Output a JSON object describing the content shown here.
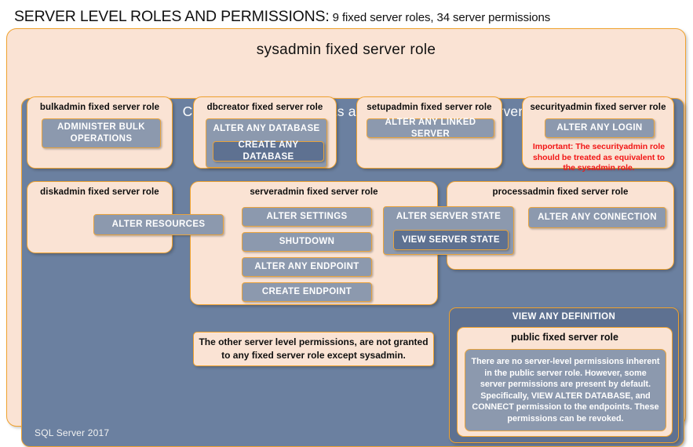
{
  "title": {
    "main": "SERVER LEVEL ROLES AND PERMISSIONS:",
    "sub": " 9 fixed server roles, 34 server permissions"
  },
  "sysadmin": {
    "label": "sysadmin fixed server role"
  },
  "control_server": {
    "label": "CONTROL SERVER: Has all permissions in the server"
  },
  "footer": {
    "label": "SQL Server 2017"
  },
  "roles": {
    "bulkadmin": {
      "title": "bulkadmin fixed server role",
      "permission": "ADMINISTER  BULK OPERATIONS"
    },
    "dbcreator": {
      "title": "dbcreator fixed server role",
      "permission_outer": "ALTER ANY DATABASE",
      "permission_inner": "CREATE  ANY DATABASE"
    },
    "setupadmin": {
      "title": "setupadmin fixed server role",
      "permission": "ALTER ANY LINKED SERVER"
    },
    "securityadmin": {
      "title": "securityadmin fixed server role",
      "permission": "ALTER ANY LOGIN",
      "warning": "Important:  The securityadmin role should  be treated  as equivalent to the  sysadmin role."
    },
    "diskadmin": {
      "title": "diskadmin fixed server role",
      "permission": "ALTER RESOURCES"
    },
    "serveradmin": {
      "title": "serveradmin fixed server role",
      "permissions": [
        "ALTER SETTINGS",
        "SHUTDOWN",
        "ALTER ANY ENDPOINT",
        "CREATE  ENDPOINT"
      ]
    },
    "server_state": {
      "permission_outer": "ALTER SERVER STATE",
      "permission_inner": "VIEW SERVER STATE"
    },
    "processadmin": {
      "title": "processadmin fixed server role",
      "permission": "ALTER ANY CONNECTION"
    },
    "public": {
      "permission_outer": "VIEW ANY DEFINITION",
      "title": "public  fixed server role",
      "description": "There are no server-level permissions inherent in the public server role. However, some server permissions are present by default. Specifically, VIEW ALTER DATABASE, and CONNECT permission to the endpoints. These permissions can be revoked."
    }
  },
  "notes": {
    "other_permissions": "The other server level permissions,  are not granted to any fixed server role except sysadmin."
  },
  "colors": {
    "panel_blue": "#6b80a0",
    "card_peach": "#fae3d4",
    "border_gold": "#f0a22e",
    "pill_slate": "#8c99ae",
    "pill_dark_slate": "#5e7191",
    "warning_red": "#f21616"
  }
}
